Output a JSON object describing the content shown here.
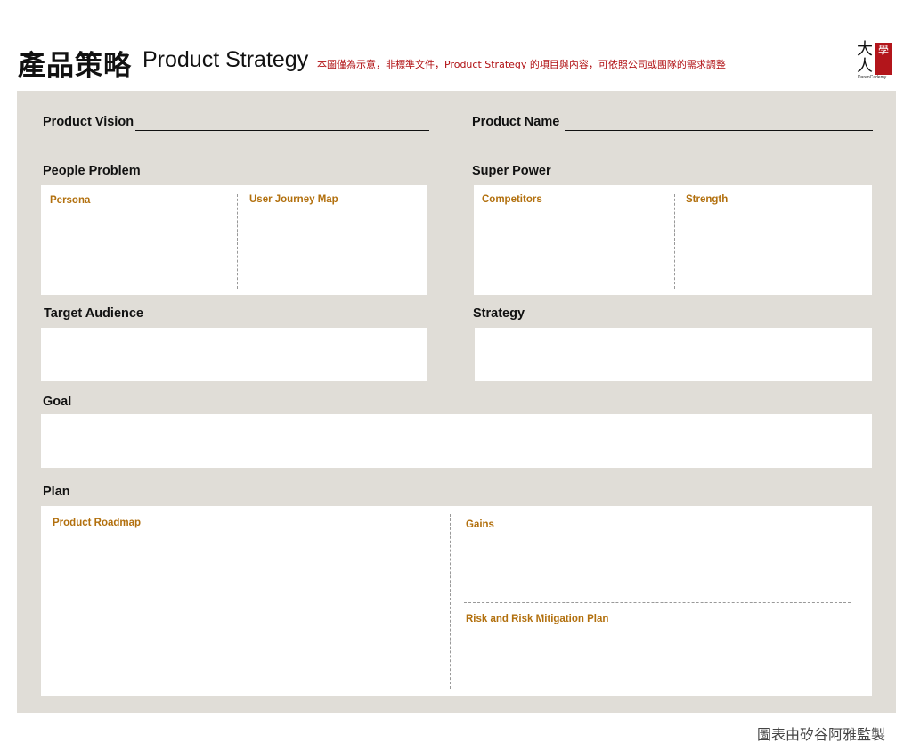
{
  "header": {
    "title_cn": "產品策略",
    "title_en": "Product Strategy",
    "note": "本圖僅為示意，非標準文件，Product Strategy 的項目與內容，可依照公司或團隊的需求調整"
  },
  "logo": {
    "cn_top": "大",
    "cn_bottom": "人",
    "red_block": "學",
    "en": "DarenCademy"
  },
  "canvas": {
    "product_vision": "Product Vision",
    "product_name": "Product Name",
    "people_problem": {
      "label": "People Problem",
      "persona": "Persona",
      "user_journey_map": "User Journey Map"
    },
    "super_power": {
      "label": "Super Power",
      "competitors": "Competitors",
      "strength": "Strength"
    },
    "target_audience": "Target Audience",
    "strategy": "Strategy",
    "goal": "Goal",
    "plan": {
      "label": "Plan",
      "product_roadmap": "Product Roadmap",
      "gains": "Gains",
      "risk": "Risk and Risk Mitigation Plan"
    }
  },
  "footer": "圖表由矽谷阿雅監製",
  "colors": {
    "board": "#e0ddd7",
    "note_red": "#b00f12",
    "sub_label_gold": "#b2700e",
    "logo_red": "#b3151b"
  }
}
